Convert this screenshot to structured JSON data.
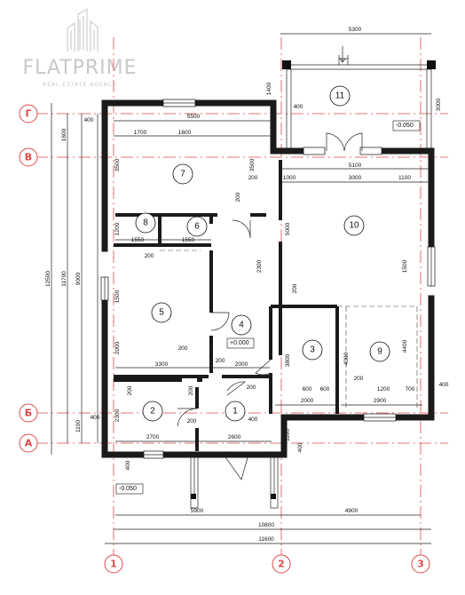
{
  "logo": {
    "brand": "FLATPRIME",
    "tagline": "REAL ESTATE AGENCY"
  },
  "axes": {
    "horizontal": [
      "Г",
      "В",
      "Б",
      "А"
    ],
    "vertical": [
      "1",
      "2",
      "3"
    ]
  },
  "rooms": [
    "1",
    "2",
    "3",
    "4",
    "5",
    "6",
    "7",
    "8",
    "9",
    "10",
    "11"
  ],
  "levels": {
    "floor": "+0.000",
    "outside_front": "-0.050",
    "outside_terrace": "-0.050"
  },
  "dimensions": {
    "terrace_width": "5300",
    "terrace_left": "1400",
    "terrace_right": "3000",
    "terrace_step": "400",
    "top_wall": "400",
    "top_overall": "5500",
    "top_a": "1700",
    "top_b": "1600",
    "left_vert_a": "1600",
    "left_vert_overall": "12500",
    "left_vert_mid": "11700",
    "left_vert_inner": "9000",
    "left_vert_b": "1100",
    "room7_height": "3500",
    "room7_right": "3500",
    "room10_width": "5100",
    "room10_a": "1000",
    "room10_b": "3000",
    "room10_c": "1100",
    "room10_height": "5000",
    "room10_win": "1500",
    "room8_h": "1200",
    "room8_w": "1550",
    "room6_w": "1550",
    "corr_200a": "200",
    "corr_200b": "200",
    "corr_200c": "200",
    "corr_200d": "200",
    "corr_200e": "200",
    "corr_200f": "200",
    "corr_200g": "200",
    "corr_200h": "200",
    "corr_200i": "200",
    "corr_200j": "200",
    "room4_h": "2300",
    "room5_h1": "1500",
    "room5_h2": "2000",
    "room5_w": "3300",
    "room4_w": "2000",
    "room3_h": "3800",
    "room3_w1": "600",
    "room3_w2": "600",
    "room3_w": "2000",
    "room9_h": "4000",
    "room9_h2": "4400",
    "room9_a": "1200",
    "room9_b": "700",
    "room9_w": "2900",
    "right_400": "400",
    "room2_h": "2300",
    "room2_w": "2700",
    "room1_w": "2600",
    "left_400": "400",
    "bottom_400": "400",
    "bottom_1100": "1100",
    "bottom_400b": "400",
    "room1_400": "400",
    "total_a": "5900",
    "total_b": "4900",
    "total_mid": "10800",
    "total_all": "11600"
  }
}
